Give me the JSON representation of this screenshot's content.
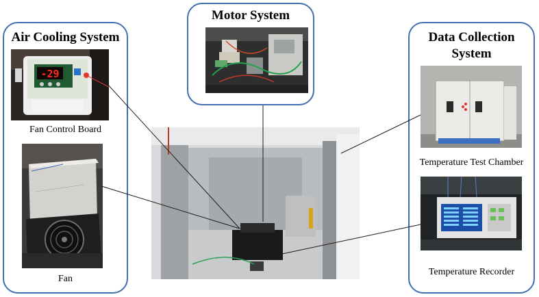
{
  "air_cooling": {
    "title": "Air Cooling System",
    "fan_control_board_caption": "Fan Control Board",
    "fan_caption": "Fan",
    "display_digits": "-29"
  },
  "motor": {
    "title": "Motor System"
  },
  "data_collection": {
    "title_line1": "Data Collection",
    "title_line2": "System",
    "chamber_caption": "Temperature Test Chamber",
    "recorder_caption": "Temperature Recorder"
  },
  "colors": {
    "panel_border": "#3f6fb0",
    "connector": "#1a1a1a"
  }
}
